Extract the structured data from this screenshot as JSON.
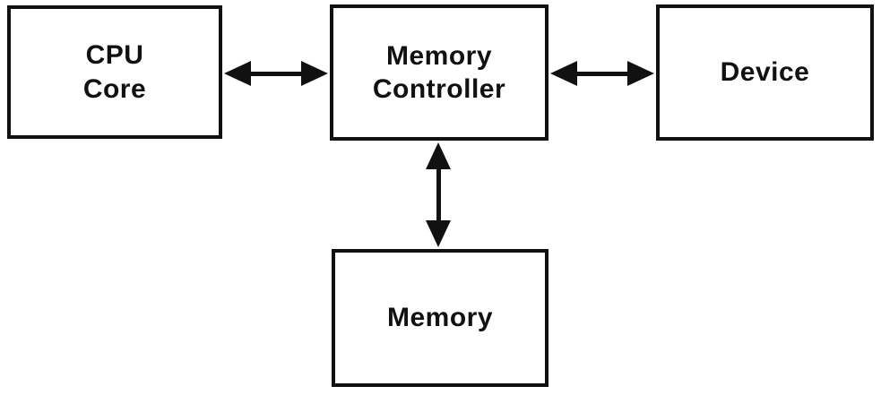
{
  "diagram": {
    "background_color": "#ffffff",
    "line_color": "#111111",
    "nodes": {
      "cpu_core": {
        "label": "CPU\nCore"
      },
      "memory_controller": {
        "label": "Memory\nController"
      },
      "device": {
        "label": "Device"
      },
      "memory": {
        "label": "Memory"
      }
    },
    "edges": [
      {
        "from": "cpu_core",
        "to": "memory_controller",
        "type": "bidirectional-arrow",
        "orientation": "horizontal"
      },
      {
        "from": "memory_controller",
        "to": "device",
        "type": "bidirectional-arrow",
        "orientation": "horizontal"
      },
      {
        "from": "memory_controller",
        "to": "memory",
        "type": "bidirectional-arrow",
        "orientation": "vertical"
      }
    ]
  }
}
